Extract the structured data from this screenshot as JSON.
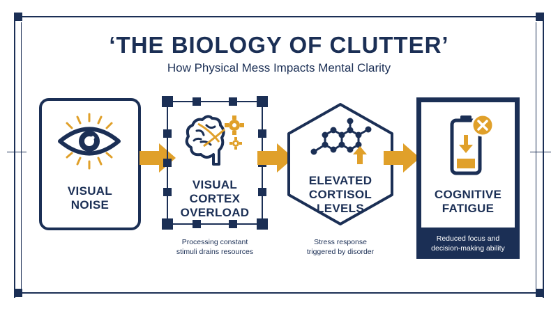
{
  "title": "‘THE BIOLOGY OF CLUTTER’",
  "subtitle": "How Physical Mess Impacts Mental Clarity",
  "colors": {
    "navy": "#1b2f55",
    "gold": "#e0a02a"
  },
  "stages": [
    {
      "icon": "eye-icon",
      "label_lines": [
        "VISUAL",
        "NOISE"
      ],
      "caption_lines": []
    },
    {
      "icon": "brain-gears-icon",
      "label_lines": [
        "VISUAL",
        "CORTEX",
        "OVERLOAD"
      ],
      "caption_lines": [
        "Processing constant",
        "stimuli drains resources"
      ]
    },
    {
      "icon": "molecule-up-arrow-icon",
      "label_lines": [
        "ELEVATED",
        "CORTISOL",
        "LEVELS"
      ],
      "caption_lines": [
        "Stress response",
        "triggered by disorder"
      ]
    },
    {
      "icon": "low-battery-x-icon",
      "label_lines": [
        "COGNITIVE",
        "FATIGUE"
      ],
      "caption_lines": [
        "Reduced focus and",
        "decision-making ability"
      ]
    }
  ]
}
